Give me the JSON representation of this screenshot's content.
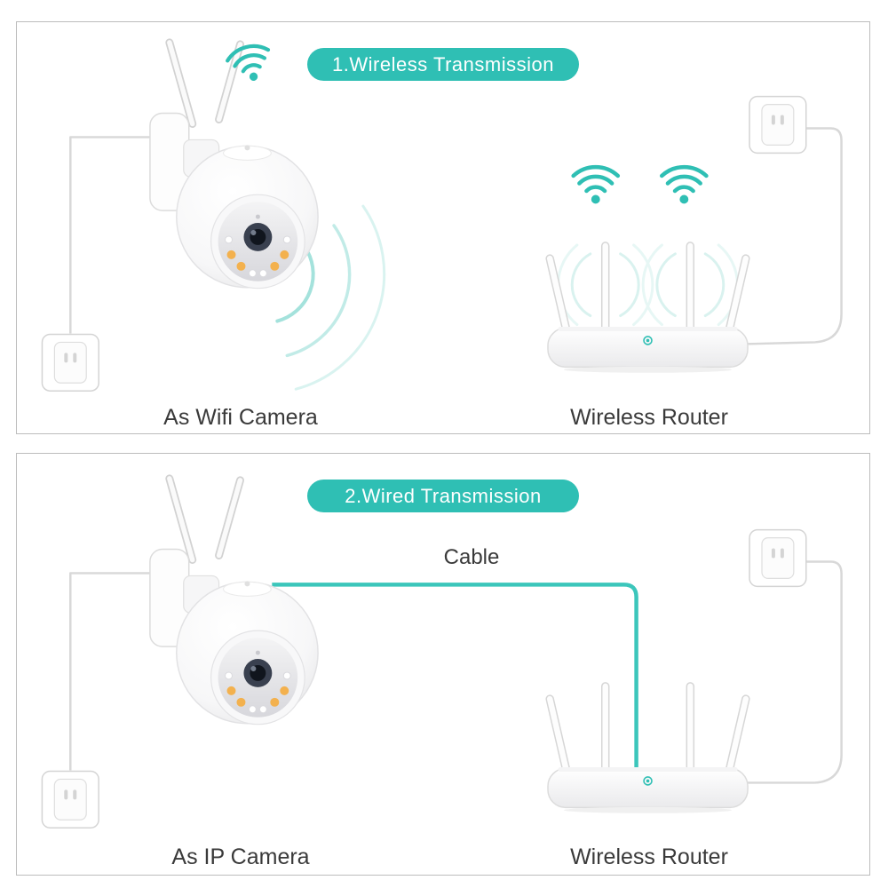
{
  "colors": {
    "accent": "#2fbfb4",
    "cable": "#3cc6bb",
    "text": "#3a3a3a",
    "panel_border": "#bdbdbd",
    "wire": "#d8d8d8",
    "signal_arc": "#9fe0da",
    "led_amber": "#f3b14e"
  },
  "icons": {
    "camera": "ptz-wifi-camera-illustration",
    "router": "wireless-router-illustration",
    "outlet": "power-outlet-icon",
    "wifi": "wifi-signal-icon",
    "cable": "ethernet-cable-line"
  },
  "panel_wireless": {
    "title": "1.Wireless Transmission",
    "camera_label": "As Wifi Camera",
    "router_label": "Wireless Router"
  },
  "panel_wired": {
    "title": "2.Wired Transmission",
    "cable_label": "Cable",
    "camera_label": "As IP Camera",
    "router_label": "Wireless Router"
  }
}
